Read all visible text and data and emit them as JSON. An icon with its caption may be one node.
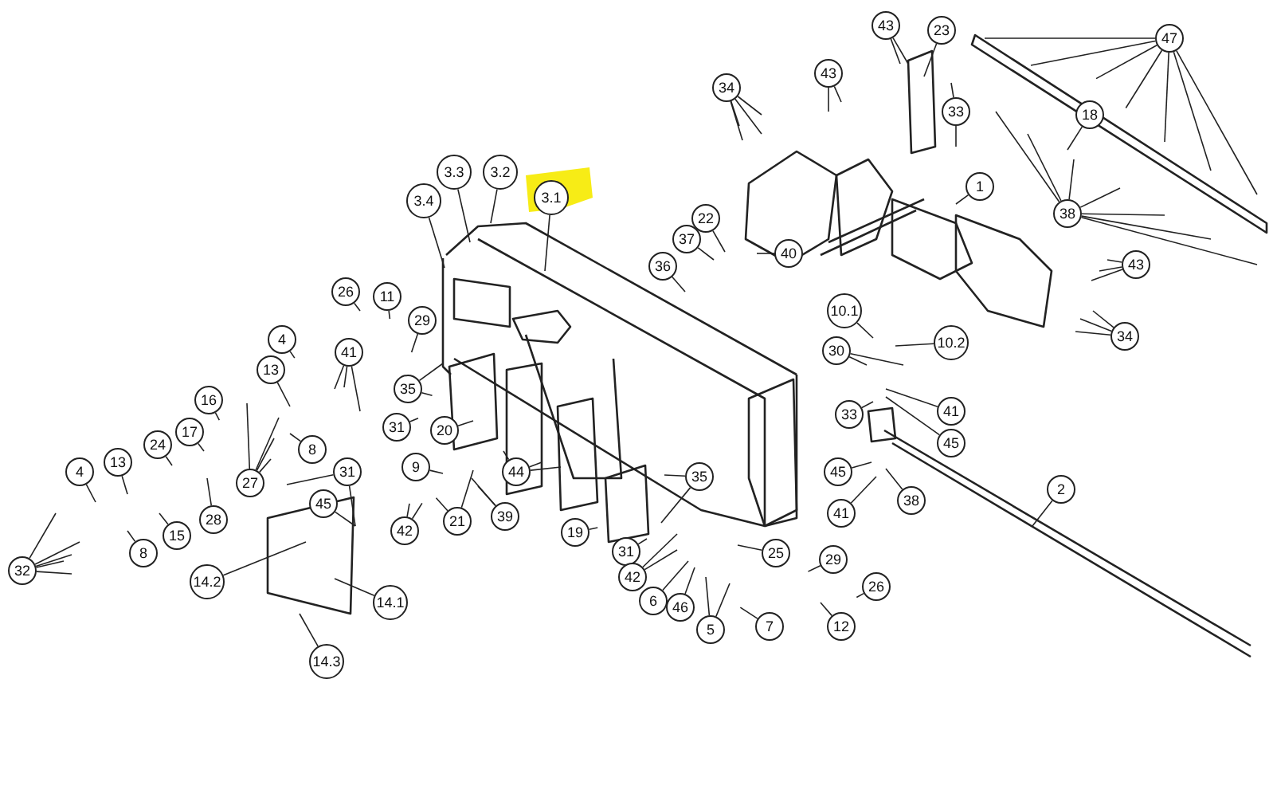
{
  "diagram": {
    "nodes": [
      {
        "text": [
          "43"
        ]
      },
      {
        "text": [
          "23"
        ]
      },
      {
        "text": [
          "47"
        ]
      },
      {
        "text": [
          "34"
        ]
      },
      {
        "text": [
          "43"
        ]
      },
      {
        "text": [
          "33"
        ]
      },
      {
        "text": [
          "18"
        ]
      },
      {
        "text": [
          "3.3"
        ]
      },
      {
        "text": [
          "3.2"
        ]
      },
      {
        "text": [
          "1"
        ]
      },
      {
        "text": [
          "3.4"
        ]
      },
      {
        "text": [
          "3.1"
        ]
      },
      {
        "text": [
          "38"
        ]
      },
      {
        "text": [
          "22"
        ]
      },
      {
        "text": [
          "37"
        ]
      },
      {
        "text": [
          "40"
        ]
      },
      {
        "text": [
          "43"
        ]
      },
      {
        "text": [
          "36"
        ]
      },
      {
        "text": [
          "26"
        ]
      },
      {
        "text": [
          "11"
        ]
      },
      {
        "text": [
          "10.1"
        ]
      },
      {
        "text": [
          "29"
        ]
      },
      {
        "text": [
          "34"
        ]
      },
      {
        "text": [
          "4"
        ]
      },
      {
        "text": [
          "10.2"
        ]
      },
      {
        "text": [
          "30"
        ]
      },
      {
        "text": [
          "41"
        ]
      },
      {
        "text": [
          "13"
        ]
      },
      {
        "text": [
          "35"
        ]
      },
      {
        "text": [
          "16"
        ]
      },
      {
        "text": [
          "41"
        ]
      },
      {
        "text": [
          "33"
        ]
      },
      {
        "text": [
          "31"
        ]
      },
      {
        "text": [
          "20"
        ]
      },
      {
        "text": [
          "17"
        ]
      },
      {
        "text": [
          "45"
        ]
      },
      {
        "text": [
          "24"
        ]
      },
      {
        "text": [
          "8"
        ]
      },
      {
        "text": [
          "13"
        ]
      },
      {
        "text": [
          "9"
        ]
      },
      {
        "text": [
          "4"
        ]
      },
      {
        "text": [
          "31"
        ]
      },
      {
        "text": [
          "44"
        ]
      },
      {
        "text": [
          "35"
        ]
      },
      {
        "text": [
          "45"
        ]
      },
      {
        "text": [
          "27"
        ]
      },
      {
        "text": [
          "2"
        ]
      },
      {
        "text": [
          "38"
        ]
      },
      {
        "text": [
          "45"
        ]
      },
      {
        "text": [
          "41"
        ]
      },
      {
        "text": [
          "39"
        ]
      },
      {
        "text": [
          "28"
        ]
      },
      {
        "text": [
          "21"
        ]
      },
      {
        "text": [
          "15"
        ]
      },
      {
        "text": [
          "42"
        ]
      },
      {
        "text": [
          "19"
        ]
      },
      {
        "text": [
          "31"
        ]
      },
      {
        "text": [
          "8"
        ]
      },
      {
        "text": [
          "25"
        ]
      },
      {
        "text": [
          "29"
        ]
      },
      {
        "text": [
          "32"
        ]
      },
      {
        "text": [
          "42"
        ]
      },
      {
        "text": [
          "14.2"
        ]
      },
      {
        "text": [
          "26"
        ]
      },
      {
        "text": [
          "6"
        ]
      },
      {
        "text": [
          "14.1"
        ]
      },
      {
        "text": [
          "46"
        ]
      },
      {
        "text": [
          "5"
        ]
      },
      {
        "text": [
          "7"
        ]
      },
      {
        "text": [
          "12"
        ]
      },
      {
        "text": [
          "14.3"
        ]
      }
    ],
    "edges": [
      {
        "from": 0,
        "to": null,
        "arrow": "none"
      },
      {
        "from": 0,
        "to": null,
        "arrow": "none"
      },
      {
        "from": 1,
        "to": null,
        "arrow": "none"
      },
      {
        "from": 2,
        "to": null,
        "arrow": "none"
      },
      {
        "from": 2,
        "to": null,
        "arrow": "none"
      },
      {
        "from": 2,
        "to": null,
        "arrow": "none"
      },
      {
        "from": 2,
        "to": null,
        "arrow": "none"
      },
      {
        "from": 2,
        "to": null,
        "arrow": "none"
      },
      {
        "from": 2,
        "to": null,
        "arrow": "none"
      },
      {
        "from": 2,
        "to": null,
        "arrow": "none"
      },
      {
        "from": 3,
        "to": null,
        "arrow": "none"
      },
      {
        "from": 3,
        "to": null,
        "arrow": "none"
      },
      {
        "from": 3,
        "to": null,
        "arrow": "none"
      },
      {
        "from": 3,
        "to": null,
        "arrow": "none"
      },
      {
        "from": 4,
        "to": null,
        "arrow": "none"
      },
      {
        "from": 4,
        "to": null,
        "arrow": "none"
      },
      {
        "from": 5,
        "to": null,
        "arrow": "none"
      },
      {
        "from": 5,
        "to": null,
        "arrow": "none"
      },
      {
        "from": 6,
        "to": null,
        "arrow": "none"
      },
      {
        "from": 7,
        "to": null,
        "arrow": "none"
      },
      {
        "from": 8,
        "to": null,
        "arrow": "none"
      },
      {
        "from": 9,
        "to": null,
        "arrow": "none"
      },
      {
        "from": 10,
        "to": null,
        "arrow": "none"
      },
      {
        "from": 11,
        "to": null,
        "arrow": "none"
      },
      {
        "from": 12,
        "to": null,
        "arrow": "none"
      },
      {
        "from": 12,
        "to": null,
        "arrow": "none"
      },
      {
        "from": 12,
        "to": null,
        "arrow": "none"
      },
      {
        "from": 12,
        "to": null,
        "arrow": "none"
      },
      {
        "from": 12,
        "to": null,
        "arrow": "none"
      },
      {
        "from": 12,
        "to": null,
        "arrow": "none"
      },
      {
        "from": 12,
        "to": null,
        "arrow": "none"
      },
      {
        "from": 13,
        "to": null,
        "arrow": "none"
      },
      {
        "from": 14,
        "to": null,
        "arrow": "none"
      },
      {
        "from": 15,
        "to": null,
        "arrow": "none"
      },
      {
        "from": 16,
        "to": null,
        "arrow": "none"
      },
      {
        "from": 16,
        "to": null,
        "arrow": "none"
      },
      {
        "from": 16,
        "to": null,
        "arrow": "none"
      },
      {
        "from": 17,
        "to": null,
        "arrow": "none"
      },
      {
        "from": 18,
        "to": null,
        "arrow": "none"
      },
      {
        "from": 19,
        "to": null,
        "arrow": "none"
      },
      {
        "from": 20,
        "to": null,
        "arrow": "none"
      },
      {
        "from": 21,
        "to": null,
        "arrow": "none"
      },
      {
        "from": 22,
        "to": null,
        "arrow": "none"
      },
      {
        "from": 22,
        "to": null,
        "arrow": "none"
      },
      {
        "from": 22,
        "to": null,
        "arrow": "none"
      },
      {
        "from": 23,
        "to": null,
        "arrow": "none"
      },
      {
        "from": 24,
        "to": null,
        "arrow": "none"
      },
      {
        "from": 25,
        "to": null,
        "arrow": "none"
      },
      {
        "from": 25,
        "to": null,
        "arrow": "none"
      },
      {
        "from": 26,
        "to": null,
        "arrow": "none"
      },
      {
        "from": 26,
        "to": null,
        "arrow": "none"
      },
      {
        "from": 26,
        "to": null,
        "arrow": "none"
      },
      {
        "from": 27,
        "to": null,
        "arrow": "none"
      },
      {
        "from": 28,
        "to": null,
        "arrow": "none"
      },
      {
        "from": 28,
        "to": null,
        "arrow": "none"
      },
      {
        "from": 29,
        "to": null,
        "arrow": "none"
      },
      {
        "from": 30,
        "to": null,
        "arrow": "none"
      },
      {
        "from": 31,
        "to": null,
        "arrow": "none"
      },
      {
        "from": 32,
        "to": null,
        "arrow": "none"
      },
      {
        "from": 33,
        "to": null,
        "arrow": "none"
      },
      {
        "from": 34,
        "to": null,
        "arrow": "none"
      },
      {
        "from": 35,
        "to": null,
        "arrow": "none"
      },
      {
        "from": 36,
        "to": null,
        "arrow": "none"
      },
      {
        "from": 37,
        "to": null,
        "arrow": "none"
      },
      {
        "from": 38,
        "to": null,
        "arrow": "none"
      },
      {
        "from": 39,
        "to": null,
        "arrow": "none"
      },
      {
        "from": 40,
        "to": null,
        "arrow": "none"
      },
      {
        "from": 41,
        "to": null,
        "arrow": "none"
      },
      {
        "from": 41,
        "to": null,
        "arrow": "none"
      },
      {
        "from": 42,
        "to": null,
        "arrow": "none"
      },
      {
        "from": 42,
        "to": null,
        "arrow": "none"
      },
      {
        "from": 42,
        "to": null,
        "arrow": "none"
      },
      {
        "from": 43,
        "to": null,
        "arrow": "none"
      },
      {
        "from": 43,
        "to": null,
        "arrow": "none"
      },
      {
        "from": 44,
        "to": null,
        "arrow": "none"
      },
      {
        "from": 45,
        "to": null,
        "arrow": "none"
      },
      {
        "from": 45,
        "to": null,
        "arrow": "none"
      },
      {
        "from": 45,
        "to": null,
        "arrow": "none"
      },
      {
        "from": 45,
        "to": null,
        "arrow": "none"
      },
      {
        "from": 46,
        "to": null,
        "arrow": "none"
      },
      {
        "from": 47,
        "to": null,
        "arrow": "none"
      },
      {
        "from": 48,
        "to": null,
        "arrow": "none"
      },
      {
        "from": 49,
        "to": null,
        "arrow": "none"
      },
      {
        "from": 50,
        "to": null,
        "arrow": "none"
      },
      {
        "from": 50,
        "to": null,
        "arrow": "none"
      },
      {
        "from": 51,
        "to": null,
        "arrow": "none"
      },
      {
        "from": 52,
        "to": null,
        "arrow": "none"
      },
      {
        "from": 52,
        "to": null,
        "arrow": "none"
      },
      {
        "from": 53,
        "to": null,
        "arrow": "none"
      },
      {
        "from": 54,
        "to": null,
        "arrow": "none"
      },
      {
        "from": 54,
        "to": null,
        "arrow": "none"
      },
      {
        "from": 55,
        "to": null,
        "arrow": "none"
      },
      {
        "from": 56,
        "to": null,
        "arrow": "none"
      },
      {
        "from": 57,
        "to": null,
        "arrow": "none"
      },
      {
        "from": 58,
        "to": null,
        "arrow": "none"
      },
      {
        "from": 59,
        "to": null,
        "arrow": "none"
      },
      {
        "from": 60,
        "to": null,
        "arrow": "none"
      },
      {
        "from": 60,
        "to": null,
        "arrow": "none"
      },
      {
        "from": 60,
        "to": null,
        "arrow": "none"
      },
      {
        "from": 60,
        "to": null,
        "arrow": "none"
      },
      {
        "from": 60,
        "to": null,
        "arrow": "none"
      },
      {
        "from": 61,
        "to": null,
        "arrow": "none"
      },
      {
        "from": 61,
        "to": null,
        "arrow": "none"
      },
      {
        "from": 62,
        "to": null,
        "arrow": "none"
      },
      {
        "from": 63,
        "to": null,
        "arrow": "none"
      },
      {
        "from": 64,
        "to": null,
        "arrow": "none"
      },
      {
        "from": 65,
        "to": null,
        "arrow": "none"
      },
      {
        "from": 66,
        "to": null,
        "arrow": "none"
      },
      {
        "from": 67,
        "to": null,
        "arrow": "none"
      },
      {
        "from": 67,
        "to": null,
        "arrow": "none"
      },
      {
        "from": 68,
        "to": null,
        "arrow": "none"
      },
      {
        "from": 69,
        "to": null,
        "arrow": "none"
      },
      {
        "from": 70,
        "to": null,
        "arrow": "none"
      }
    ]
  }
}
